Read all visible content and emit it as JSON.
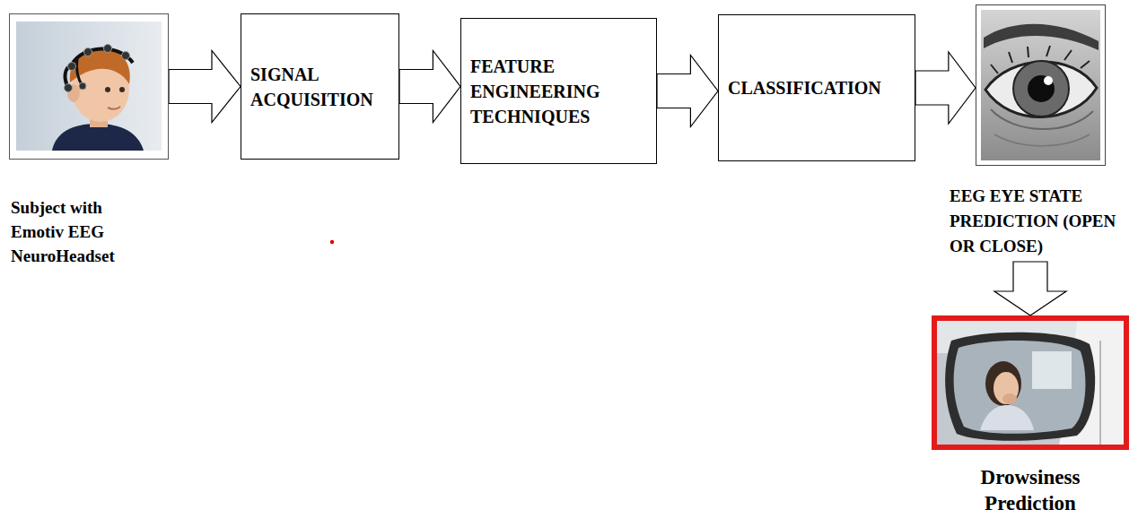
{
  "diagram": {
    "nodes": [
      {
        "text": [
          "Subject with Emotiv EEG NeuroHeadset"
        ]
      },
      {
        "text": [
          "SIGNAL ACQUISITION"
        ]
      },
      {
        "text": [
          "FEATURE ENGINEERING TECHNIQUES"
        ]
      },
      {
        "text": [
          "CLASSIFICATION"
        ]
      },
      {
        "text": [
          "EEG EYE STATE PREDICTION (OPEN OR CLOSE)"
        ]
      },
      {
        "text": [
          "Drowsiness Prediction"
        ]
      }
    ],
    "edges": [
      {
        "from": 0,
        "to": 1,
        "arrow": "to"
      },
      {
        "from": 1,
        "to": 2,
        "arrow": "to"
      },
      {
        "from": 2,
        "to": 3,
        "arrow": "to"
      },
      {
        "from": 3,
        "to": 4,
        "arrow": "to"
      },
      {
        "from": 4,
        "to": 5,
        "arrow": "to"
      }
    ]
  }
}
